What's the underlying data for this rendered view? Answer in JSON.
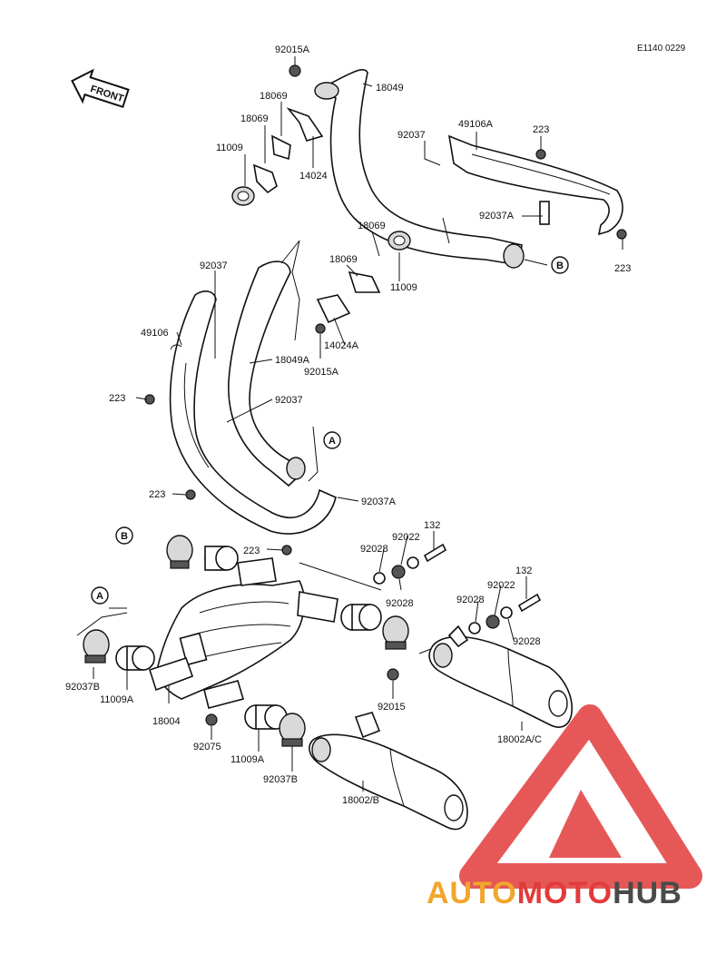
{
  "diagram_code": "E1140 0229",
  "front_label": "FRONT",
  "ref_markers": {
    "a": "A",
    "b": "B"
  },
  "labels": {
    "p92015A_top": "92015A",
    "p18049": "18049",
    "p18069_a": "18069",
    "p18069_b": "18069",
    "p11009_a": "11009",
    "p14024": "14024",
    "p92037_top": "92037",
    "p49106A": "49106A",
    "p223_top": "223",
    "p92037A_top": "92037A",
    "p223_right": "223",
    "p18069_c": "18069",
    "p18069_d": "18069",
    "p11009_b": "11009",
    "p92037_mid": "92037",
    "p49106": "49106",
    "p14024A": "14024A",
    "p18049A": "18049A",
    "p92015A_mid": "92015A",
    "p223_left": "223",
    "p92037_mid2": "92037",
    "p223_low": "223",
    "p92037A_mid": "92037A",
    "p223_center": "223",
    "p132_a": "132",
    "p92022_a": "92022",
    "p92028_a": "92028",
    "p92028_b": "92028",
    "p132_b": "132",
    "p92022_b": "92022",
    "p92028_c": "92028",
    "p92028_d": "92028",
    "p92037B_left": "92037B",
    "p11009A_left": "11009A",
    "p18004": "18004",
    "p92075": "92075",
    "p11009A_mid": "11009A",
    "p92037B_mid": "92037B",
    "p92015": "92015",
    "p18002AC": "18002A/C",
    "p18002B": "18002/B"
  },
  "watermark": {
    "part1": "AUTO",
    "part2": "MOTO",
    "part3": "HUB"
  },
  "colors": {
    "line": "#111111",
    "watermark_red": "#e23b3b",
    "watermark_orange": "#f2a62b",
    "watermark_gray": "#4a4a4a"
  }
}
